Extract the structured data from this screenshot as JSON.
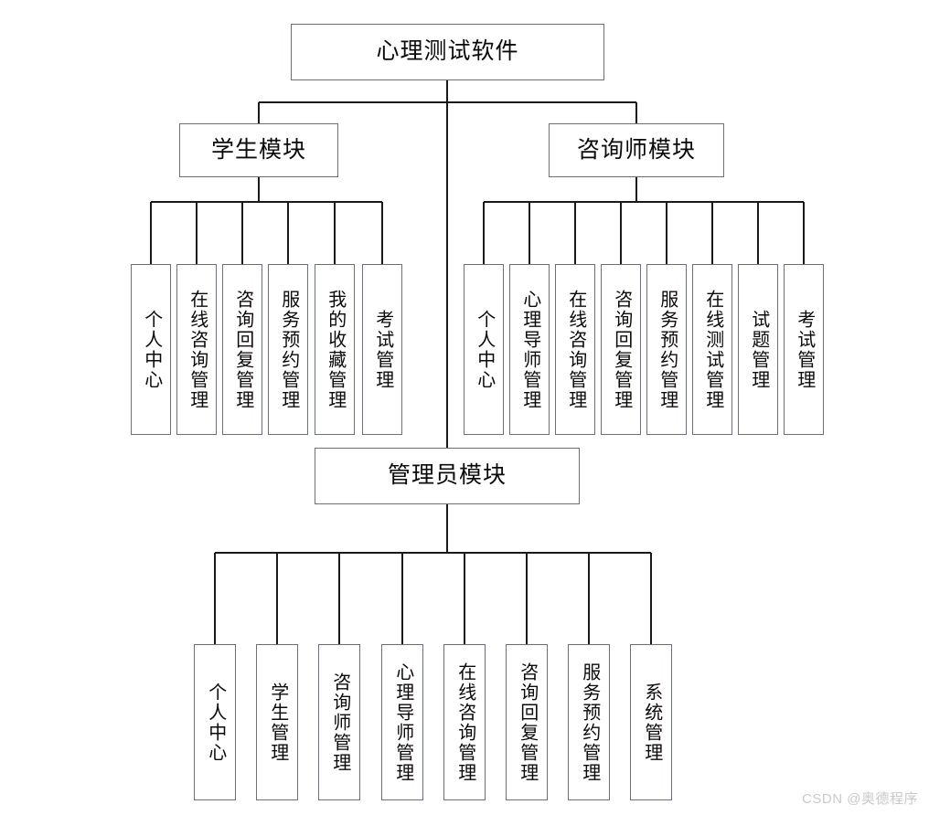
{
  "diagram": {
    "title": "心理测试软件",
    "type": "hierarchical-module-tree",
    "root": {
      "id": "root",
      "label": "心理测试软件"
    },
    "modules": [
      {
        "id": "student-module",
        "label": "学生模块",
        "children": [
          {
            "id": "student-leaf-0",
            "label": "个人中心"
          },
          {
            "id": "student-leaf-1",
            "label": "在线咨询管理"
          },
          {
            "id": "student-leaf-2",
            "label": "咨询回复管理"
          },
          {
            "id": "student-leaf-3",
            "label": "服务预约管理"
          },
          {
            "id": "student-leaf-4",
            "label": "我的收藏管理"
          },
          {
            "id": "student-leaf-5",
            "label": "考试管理"
          }
        ]
      },
      {
        "id": "counselor-module",
        "label": "咨询师模块",
        "children": [
          {
            "id": "counselor-leaf-0",
            "label": "个人中心"
          },
          {
            "id": "counselor-leaf-1",
            "label": "心理导师管理"
          },
          {
            "id": "counselor-leaf-2",
            "label": "在线咨询管理"
          },
          {
            "id": "counselor-leaf-3",
            "label": "咨询回复管理"
          },
          {
            "id": "counselor-leaf-4",
            "label": "服务预约管理"
          },
          {
            "id": "counselor-leaf-5",
            "label": "在线测试管理"
          },
          {
            "id": "counselor-leaf-6",
            "label": "试题管理"
          },
          {
            "id": "counselor-leaf-7",
            "label": "考试管理"
          }
        ]
      },
      {
        "id": "admin-module",
        "label": "管理员模块",
        "children": [
          {
            "id": "admin-leaf-0",
            "label": "个人中心"
          },
          {
            "id": "admin-leaf-1",
            "label": "学生管理"
          },
          {
            "id": "admin-leaf-2",
            "label": "咨询师管理"
          },
          {
            "id": "admin-leaf-3",
            "label": "心理导师管理"
          },
          {
            "id": "admin-leaf-4",
            "label": "在线咨询管理"
          },
          {
            "id": "admin-leaf-5",
            "label": "咨询回复管理"
          },
          {
            "id": "admin-leaf-6",
            "label": "服务预约管理"
          },
          {
            "id": "admin-leaf-7",
            "label": "系统管理"
          }
        ]
      }
    ]
  },
  "watermark": {
    "text": "CSDN @奥德程序"
  },
  "colors": {
    "background": "#ffffff",
    "box_border": "#6b6f76",
    "wire": "#1a1a1a",
    "text": "#0a0a0a",
    "watermark": "#c9c9c9"
  }
}
